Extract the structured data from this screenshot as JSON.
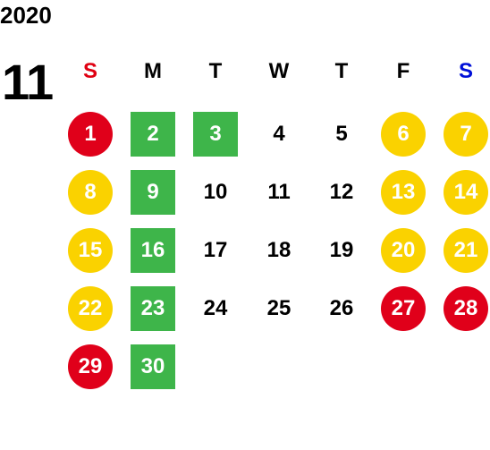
{
  "calendar": {
    "year": "2020",
    "month": "11",
    "weekdays": [
      "S",
      "M",
      "T",
      "W",
      "T",
      "F",
      "S"
    ],
    "colors": {
      "sunday_header": "#e00012",
      "saturday_header": "#0010d8",
      "red_circle": "#e0001a",
      "yellow_circle": "#fad200",
      "green_square": "#3eb54a"
    },
    "weeks": [
      [
        {
          "d": "1",
          "s": "red"
        },
        {
          "d": "2",
          "s": "green"
        },
        {
          "d": "3",
          "s": "green"
        },
        {
          "d": "4",
          "s": "plain"
        },
        {
          "d": "5",
          "s": "plain"
        },
        {
          "d": "6",
          "s": "yellow"
        },
        {
          "d": "7",
          "s": "yellow"
        }
      ],
      [
        {
          "d": "8",
          "s": "yellow"
        },
        {
          "d": "9",
          "s": "green"
        },
        {
          "d": "10",
          "s": "plain"
        },
        {
          "d": "11",
          "s": "plain"
        },
        {
          "d": "12",
          "s": "plain"
        },
        {
          "d": "13",
          "s": "yellow"
        },
        {
          "d": "14",
          "s": "yellow"
        }
      ],
      [
        {
          "d": "15",
          "s": "yellow"
        },
        {
          "d": "16",
          "s": "green"
        },
        {
          "d": "17",
          "s": "plain"
        },
        {
          "d": "18",
          "s": "plain"
        },
        {
          "d": "19",
          "s": "plain"
        },
        {
          "d": "20",
          "s": "yellow"
        },
        {
          "d": "21",
          "s": "yellow"
        }
      ],
      [
        {
          "d": "22",
          "s": "yellow"
        },
        {
          "d": "23",
          "s": "green"
        },
        {
          "d": "24",
          "s": "plain"
        },
        {
          "d": "25",
          "s": "plain"
        },
        {
          "d": "26",
          "s": "plain"
        },
        {
          "d": "27",
          "s": "red"
        },
        {
          "d": "28",
          "s": "red"
        }
      ],
      [
        {
          "d": "29",
          "s": "red"
        },
        {
          "d": "30",
          "s": "green"
        }
      ]
    ]
  }
}
